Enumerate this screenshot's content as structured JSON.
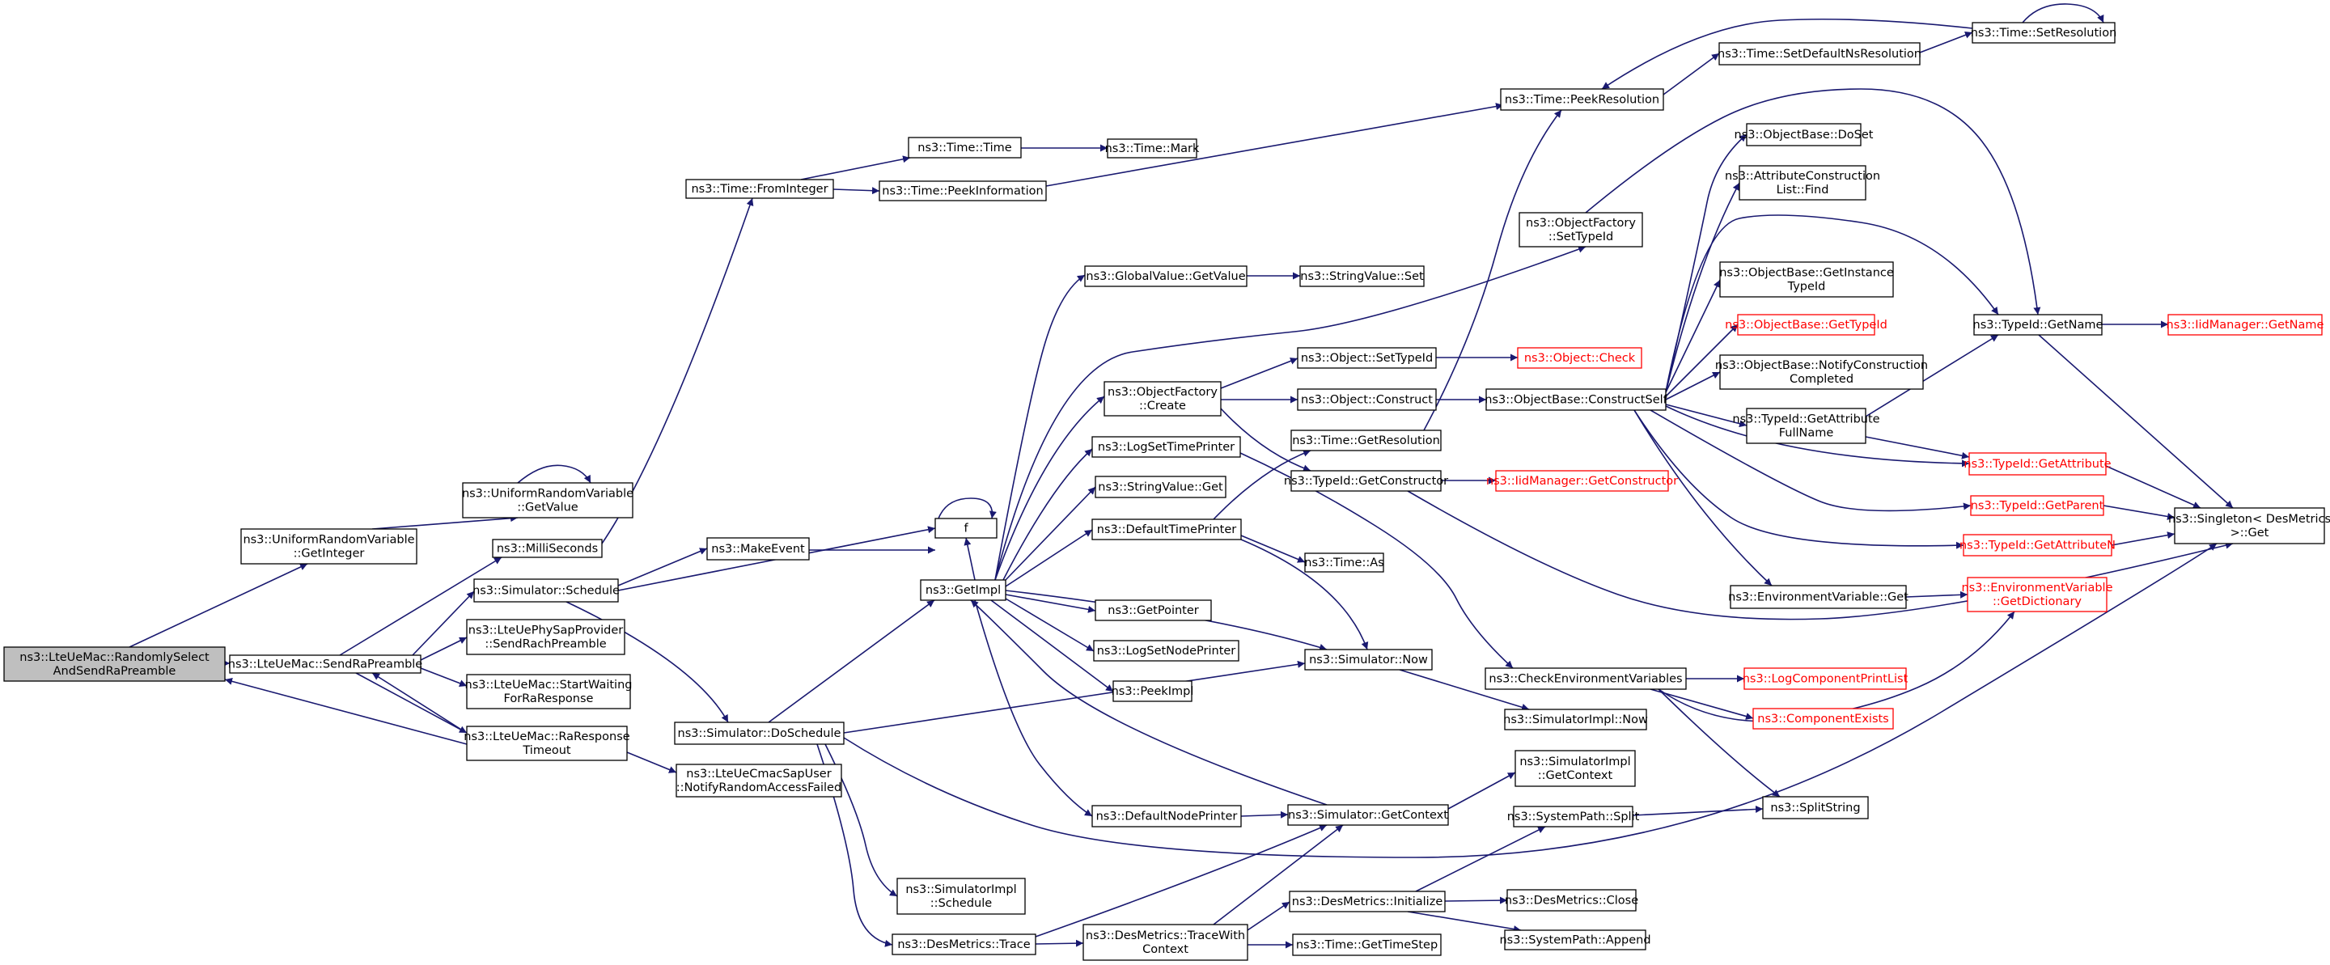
{
  "nodes": [
    {
      "id": "n0",
      "lines": [
        "ns3::LteUeMac::RandomlySelect",
        "AndSendRaPreamble"
      ],
      "style": "current"
    },
    {
      "id": "n1",
      "lines": [
        "ns3::LteUeMac::SendRaPreamble"
      ],
      "style": "normal"
    },
    {
      "id": "n2",
      "lines": [
        "ns3::UniformRandomVariable",
        "::GetInteger"
      ],
      "style": "normal"
    },
    {
      "id": "n3",
      "lines": [
        "ns3::UniformRandomVariable",
        "::GetValue"
      ],
      "style": "normal"
    },
    {
      "id": "n4",
      "lines": [
        "ns3::MilliSeconds"
      ],
      "style": "normal"
    },
    {
      "id": "n5",
      "lines": [
        "ns3::Simulator::Schedule"
      ],
      "style": "normal"
    },
    {
      "id": "n6",
      "lines": [
        "ns3::LteUePhySapProvider",
        "::SendRachPreamble"
      ],
      "style": "normal"
    },
    {
      "id": "n7",
      "lines": [
        "ns3::LteUeMac::StartWaiting",
        "ForRaResponse"
      ],
      "style": "normal"
    },
    {
      "id": "n8",
      "lines": [
        "ns3::LteUeMac::RaResponse",
        "Timeout"
      ],
      "style": "normal"
    },
    {
      "id": "n9",
      "lines": [
        "ns3::Time::FromInteger"
      ],
      "style": "normal"
    },
    {
      "id": "n10",
      "lines": [
        "ns3::Time::Time"
      ],
      "style": "normal"
    },
    {
      "id": "n11",
      "lines": [
        "ns3::Time::PeekInformation"
      ],
      "style": "normal"
    },
    {
      "id": "n12",
      "lines": [
        "ns3::Time::Mark"
      ],
      "style": "normal"
    },
    {
      "id": "n13",
      "lines": [
        "ns3::Time::PeekResolution"
      ],
      "style": "normal"
    },
    {
      "id": "n14",
      "lines": [
        "ns3::Time::SetDefaultNsResolution"
      ],
      "style": "normal"
    },
    {
      "id": "n15",
      "lines": [
        "ns3::Time::SetResolution"
      ],
      "style": "normal"
    },
    {
      "id": "n16",
      "lines": [
        "ns3::MakeEvent"
      ],
      "style": "normal"
    },
    {
      "id": "n17",
      "lines": [
        "f"
      ],
      "style": "normal"
    },
    {
      "id": "n18",
      "lines": [
        "ns3::Simulator::DoSchedule"
      ],
      "style": "normal"
    },
    {
      "id": "n19",
      "lines": [
        "ns3::LteUeCmacSapUser",
        "::NotifyRandomAccessFailed"
      ],
      "style": "normal"
    },
    {
      "id": "n20",
      "lines": [
        "ns3::GetImpl"
      ],
      "style": "normal"
    },
    {
      "id": "n21",
      "lines": [
        "ns3::GlobalValue::GetValue"
      ],
      "style": "normal"
    },
    {
      "id": "n22",
      "lines": [
        "ns3::StringValue::Set"
      ],
      "style": "normal"
    },
    {
      "id": "n23",
      "lines": [
        "ns3::ObjectFactory",
        "::Create"
      ],
      "style": "normal"
    },
    {
      "id": "n24",
      "lines": [
        "ns3::LogSetTimePrinter"
      ],
      "style": "normal"
    },
    {
      "id": "n25",
      "lines": [
        "ns3::StringValue::Get"
      ],
      "style": "normal"
    },
    {
      "id": "n26",
      "lines": [
        "ns3::DefaultTimePrinter"
      ],
      "style": "normal"
    },
    {
      "id": "n27",
      "lines": [
        "ns3::GetPointer"
      ],
      "style": "normal"
    },
    {
      "id": "n28",
      "lines": [
        "ns3::LogSetNodePrinter"
      ],
      "style": "normal"
    },
    {
      "id": "n29",
      "lines": [
        "ns3::PeekImpl"
      ],
      "style": "normal"
    },
    {
      "id": "n30",
      "lines": [
        "ns3::DefaultNodePrinter"
      ],
      "style": "normal"
    },
    {
      "id": "n31",
      "lines": [
        "ns3::SimulatorImpl",
        "::Schedule"
      ],
      "style": "normal"
    },
    {
      "id": "n32",
      "lines": [
        "ns3::DesMetrics::Trace"
      ],
      "style": "normal"
    },
    {
      "id": "n33",
      "lines": [
        "ns3::Object::SetTypeId"
      ],
      "style": "normal"
    },
    {
      "id": "n34",
      "lines": [
        "ns3::Object::Check"
      ],
      "style": "red"
    },
    {
      "id": "n35",
      "lines": [
        "ns3::Object::Construct"
      ],
      "style": "normal"
    },
    {
      "id": "n36",
      "lines": [
        "ns3::Time::GetResolution"
      ],
      "style": "normal"
    },
    {
      "id": "n37",
      "lines": [
        "ns3::TypeId::GetConstructor"
      ],
      "style": "normal"
    },
    {
      "id": "n38",
      "lines": [
        "ns3::IidManager::GetConstructor"
      ],
      "style": "red"
    },
    {
      "id": "n39",
      "lines": [
        "ns3::Time::As"
      ],
      "style": "normal"
    },
    {
      "id": "n40",
      "lines": [
        "ns3::Simulator::Now"
      ],
      "style": "normal"
    },
    {
      "id": "n41",
      "lines": [
        "ns3::SimulatorImpl::Now"
      ],
      "style": "normal"
    },
    {
      "id": "n42",
      "lines": [
        "ns3::Simulator::GetContext"
      ],
      "style": "normal"
    },
    {
      "id": "n43",
      "lines": [
        "ns3::SimulatorImpl",
        "::GetContext"
      ],
      "style": "normal"
    },
    {
      "id": "n44",
      "lines": [
        "ns3::DesMetrics::TraceWith",
        "Context"
      ],
      "style": "normal"
    },
    {
      "id": "n45",
      "lines": [
        "ns3::Time::GetTimeStep"
      ],
      "style": "normal"
    },
    {
      "id": "n46",
      "lines": [
        "ns3::DesMetrics::Initialize"
      ],
      "style": "normal"
    },
    {
      "id": "n47",
      "lines": [
        "ns3::DesMetrics::Close"
      ],
      "style": "normal"
    },
    {
      "id": "n48",
      "lines": [
        "ns3::SystemPath::Append"
      ],
      "style": "normal"
    },
    {
      "id": "n49",
      "lines": [
        "ns3::SystemPath::Split"
      ],
      "style": "normal"
    },
    {
      "id": "n50",
      "lines": [
        "ns3::SplitString"
      ],
      "style": "normal"
    },
    {
      "id": "n51",
      "lines": [
        "ns3::CheckEnvironmentVariables"
      ],
      "style": "normal"
    },
    {
      "id": "n52",
      "lines": [
        "ns3::LogComponentPrintList"
      ],
      "style": "red"
    },
    {
      "id": "n53",
      "lines": [
        "ns3::ComponentExists"
      ],
      "style": "red"
    },
    {
      "id": "n54",
      "lines": [
        "ns3::ObjectFactory",
        "::SetTypeId"
      ],
      "style": "normal"
    },
    {
      "id": "n55",
      "lines": [
        "ns3::ObjectBase::ConstructSelf"
      ],
      "style": "normal"
    },
    {
      "id": "n56",
      "lines": [
        "ns3::ObjectBase::DoSet"
      ],
      "style": "normal"
    },
    {
      "id": "n57",
      "lines": [
        "ns3::AttributeConstruction",
        "List::Find"
      ],
      "style": "normal"
    },
    {
      "id": "n58",
      "lines": [
        "ns3::ObjectBase::GetInstance",
        "TypeId"
      ],
      "style": "normal"
    },
    {
      "id": "n59",
      "lines": [
        "ns3::ObjectBase::GetTypeId"
      ],
      "style": "red"
    },
    {
      "id": "n60",
      "lines": [
        "ns3::ObjectBase::NotifyConstruction",
        "Completed"
      ],
      "style": "normal"
    },
    {
      "id": "n61",
      "lines": [
        "ns3::TypeId::GetAttribute",
        "FullName"
      ],
      "style": "normal"
    },
    {
      "id": "n62",
      "lines": [
        "ns3::EnvironmentVariable::Get"
      ],
      "style": "normal"
    },
    {
      "id": "n63",
      "lines": [
        "ns3::TypeId::GetName"
      ],
      "style": "normal"
    },
    {
      "id": "n64",
      "lines": [
        "ns3::IidManager::GetName"
      ],
      "style": "red"
    },
    {
      "id": "n65",
      "lines": [
        "ns3::TypeId::GetAttribute"
      ],
      "style": "red"
    },
    {
      "id": "n66",
      "lines": [
        "ns3::TypeId::GetParent"
      ],
      "style": "red"
    },
    {
      "id": "n67",
      "lines": [
        "ns3::TypeId::GetAttributeN"
      ],
      "style": "red"
    },
    {
      "id": "n68",
      "lines": [
        "ns3::EnvironmentVariable",
        "::GetDictionary"
      ],
      "style": "red"
    },
    {
      "id": "n69",
      "lines": [
        "ns3::Singleton< DesMetrics",
        " >::Get"
      ],
      "style": "normal"
    }
  ],
  "edges": [
    [
      "n0",
      "n2"
    ],
    [
      "n0",
      "n1"
    ],
    [
      "n1",
      "n4"
    ],
    [
      "n1",
      "n5"
    ],
    [
      "n1",
      "n6"
    ],
    [
      "n1",
      "n7"
    ],
    [
      "n1",
      "n8"
    ],
    [
      "n8",
      "n0"
    ],
    [
      "n8",
      "n1"
    ],
    [
      "n8",
      "n19"
    ],
    [
      "n2",
      "n3"
    ],
    [
      "n3",
      "n3"
    ],
    [
      "n4",
      "n9"
    ],
    [
      "n9",
      "n10"
    ],
    [
      "n9",
      "n11"
    ],
    [
      "n10",
      "n12"
    ],
    [
      "n11",
      "n13"
    ],
    [
      "n13",
      "n14"
    ],
    [
      "n14",
      "n15"
    ],
    [
      "n15",
      "n15"
    ],
    [
      "n15",
      "n13"
    ],
    [
      "n5",
      "n16"
    ],
    [
      "n5",
      "n17"
    ],
    [
      "n5",
      "n18"
    ],
    [
      "n16",
      "n17"
    ],
    [
      "n17",
      "n17"
    ],
    [
      "n18",
      "n20"
    ],
    [
      "n18",
      "n40"
    ],
    [
      "n18",
      "n31"
    ],
    [
      "n18",
      "n32"
    ],
    [
      "n18",
      "n69"
    ],
    [
      "n20",
      "n21"
    ],
    [
      "n20",
      "n54"
    ],
    [
      "n20",
      "n23"
    ],
    [
      "n20",
      "n24"
    ],
    [
      "n20",
      "n25"
    ],
    [
      "n20",
      "n26"
    ],
    [
      "n20",
      "n27"
    ],
    [
      "n20",
      "n28"
    ],
    [
      "n20",
      "n29"
    ],
    [
      "n20",
      "n30"
    ],
    [
      "n20",
      "n40"
    ],
    [
      "n20",
      "n17"
    ],
    [
      "n21",
      "n22"
    ],
    [
      "n23",
      "n33"
    ],
    [
      "n23",
      "n35"
    ],
    [
      "n23",
      "n37"
    ],
    [
      "n33",
      "n34"
    ],
    [
      "n35",
      "n55"
    ],
    [
      "n37",
      "n38"
    ],
    [
      "n37",
      "n69"
    ],
    [
      "n24",
      "n51"
    ],
    [
      "n26",
      "n36"
    ],
    [
      "n26",
      "n39"
    ],
    [
      "n26",
      "n40"
    ],
    [
      "n36",
      "n13"
    ],
    [
      "n40",
      "n41"
    ],
    [
      "n42",
      "n20"
    ],
    [
      "n42",
      "n43"
    ],
    [
      "n30",
      "n42"
    ],
    [
      "n32",
      "n42"
    ],
    [
      "n32",
      "n44"
    ],
    [
      "n44",
      "n42"
    ],
    [
      "n44",
      "n45"
    ],
    [
      "n44",
      "n46"
    ],
    [
      "n46",
      "n47"
    ],
    [
      "n46",
      "n48"
    ],
    [
      "n46",
      "n49"
    ],
    [
      "n49",
      "n50"
    ],
    [
      "n51",
      "n52"
    ],
    [
      "n51",
      "n53"
    ],
    [
      "n51",
      "n50"
    ],
    [
      "n51",
      "n68"
    ],
    [
      "n54",
      "n63"
    ],
    [
      "n55",
      "n56"
    ],
    [
      "n55",
      "n57"
    ],
    [
      "n55",
      "n58"
    ],
    [
      "n55",
      "n59"
    ],
    [
      "n55",
      "n60"
    ],
    [
      "n55",
      "n61"
    ],
    [
      "n55",
      "n62"
    ],
    [
      "n55",
      "n63"
    ],
    [
      "n55",
      "n65"
    ],
    [
      "n55",
      "n66"
    ],
    [
      "n55",
      "n67"
    ],
    [
      "n61",
      "n63"
    ],
    [
      "n61",
      "n65"
    ],
    [
      "n62",
      "n68"
    ],
    [
      "n63",
      "n64"
    ],
    [
      "n63",
      "n69"
    ],
    [
      "n65",
      "n69"
    ],
    [
      "n66",
      "n69"
    ],
    [
      "n67",
      "n69"
    ]
  ]
}
